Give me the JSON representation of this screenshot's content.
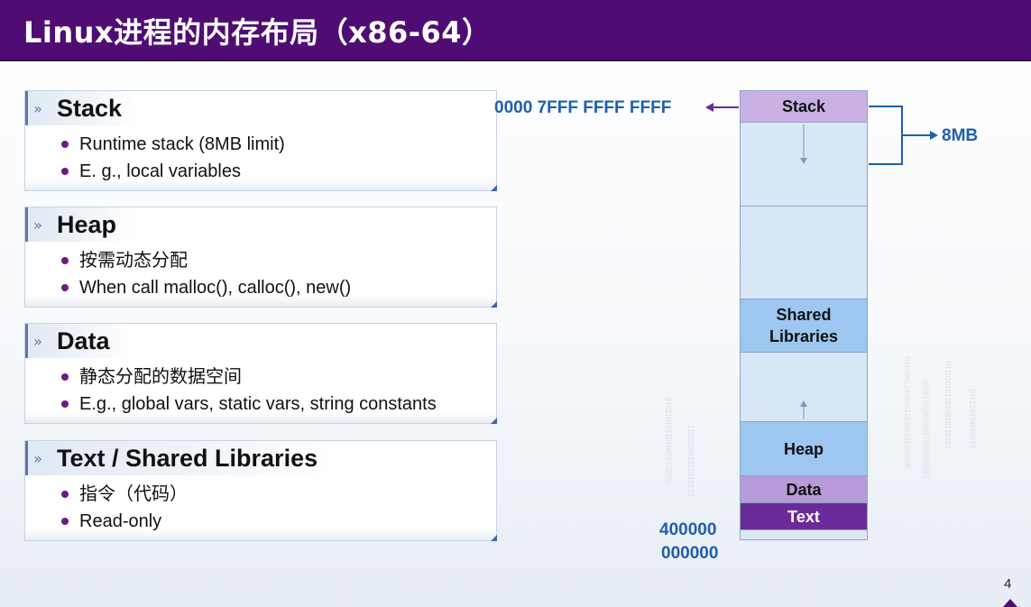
{
  "title": "Linux进程的内存布局（x86-64）",
  "cards": [
    {
      "title": "Stack",
      "bullets": [
        "Runtime stack (8MB limit)",
        "E. g., local variables"
      ]
    },
    {
      "title": "Heap",
      "bullets": [
        "按需动态分配",
        "When call  malloc(), calloc(), new()"
      ]
    },
    {
      "title": "Data",
      "bullets": [
        "静态分配的数据空间",
        "E.g., global vars, static vars, string constants"
      ]
    },
    {
      "title": "Text  / Shared Libraries",
      "bullets": [
        "指令（代码）",
        "Read-only"
      ]
    }
  ],
  "memory": {
    "segments": {
      "stack": "Stack",
      "shared_libraries": "Shared\nLibraries",
      "heap": "Heap",
      "data": "Data",
      "text": "Text"
    },
    "top_address": "0000 7FFF FFFF FFFF",
    "bottom_address_line1": "400000",
    "bottom_address_line2": "000000",
    "stack_size_label": "8MB"
  },
  "page_number": "4",
  "colors": {
    "header": "#4f0d73",
    "accent_blue": "#1f5fae",
    "stack": "#c9b1e4",
    "shared": "#9dc7f1",
    "heap": "#9dc7f1",
    "data": "#b89ad8",
    "text": "#6a2b98"
  }
}
